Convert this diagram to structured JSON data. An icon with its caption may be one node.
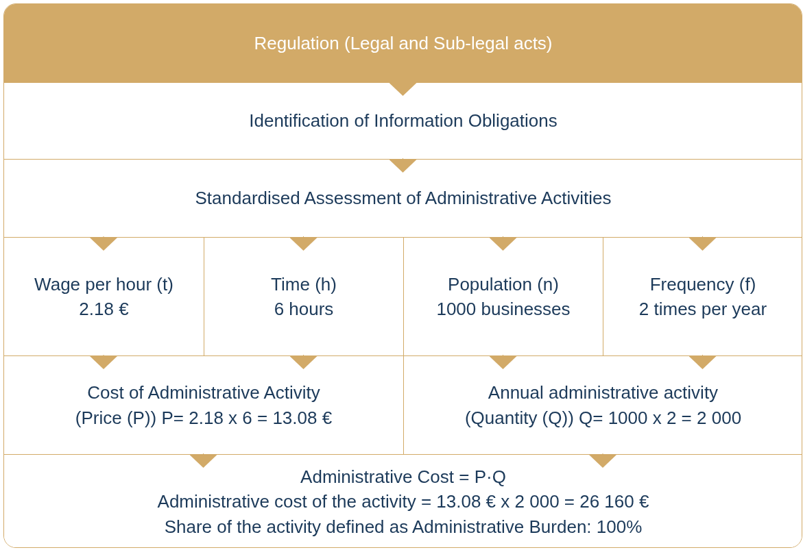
{
  "diagram": {
    "nodes": [
      {
        "text": [
          "Regulation (Legal and Sub-legal acts)"
        ]
      },
      {
        "text": [
          "Identification of Information Obligations"
        ]
      },
      {
        "text": [
          "Standardised Assessment of Administrative Activities"
        ]
      },
      {
        "text": [
          "Wage per hour (t)",
          "2.18 €"
        ]
      },
      {
        "text": [
          "Time (h)",
          "6 hours"
        ]
      },
      {
        "text": [
          "Population (n)",
          "1000 businesses"
        ]
      },
      {
        "text": [
          "Frequency (f)",
          "2 times per year"
        ]
      },
      {
        "text": [
          "Cost of Administrative Activity",
          "(Price (P)) P= 2.18 x 6 = 13.08 €"
        ]
      },
      {
        "text": [
          "Annual administrative activity",
          "(Quantity (Q)) Q= 1000 x 2 = 2 000"
        ]
      },
      {
        "text": [
          "Administrative Cost = P·Q",
          "Administrative cost of the activity = 13.08 € x 2 000 = 26 160 €",
          "Share of the activity defined as Administrative Burden: 100%"
        ]
      }
    ],
    "edges": [
      {
        "from": 0,
        "to": 1,
        "arrow": "to"
      },
      {
        "from": 1,
        "to": 2,
        "arrow": "to"
      },
      {
        "from": 2,
        "to": 3,
        "arrow": "to"
      },
      {
        "from": 2,
        "to": 4,
        "arrow": "to"
      },
      {
        "from": 2,
        "to": 5,
        "arrow": "to"
      },
      {
        "from": 2,
        "to": 6,
        "arrow": "to"
      },
      {
        "from": 3,
        "to": 7,
        "arrow": "to"
      },
      {
        "from": 4,
        "to": 7,
        "arrow": "to"
      },
      {
        "from": 5,
        "to": 8,
        "arrow": "to"
      },
      {
        "from": 6,
        "to": 8,
        "arrow": "to"
      },
      {
        "from": 7,
        "to": 9,
        "arrow": "to"
      },
      {
        "from": 8,
        "to": 9,
        "arrow": "to"
      }
    ]
  }
}
